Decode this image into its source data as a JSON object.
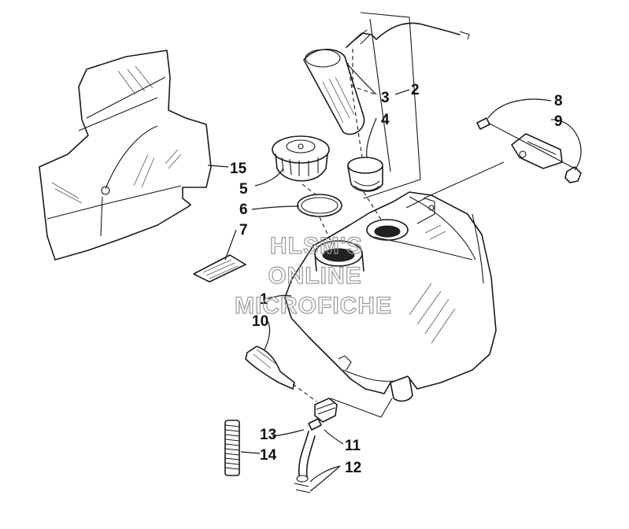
{
  "callouts": {
    "c1": "1",
    "c2": "2",
    "c3": "3",
    "c4": "4",
    "c5": "5",
    "c6": "6",
    "c7": "7",
    "c8": "8",
    "c9": "9",
    "c10": "10",
    "c11": "11",
    "c12": "12",
    "c13": "13",
    "c14": "14",
    "c15": "15"
  },
  "watermark": {
    "line1": "HLSM'S",
    "line2": "ONLINE",
    "line3": "MICROFICHE"
  }
}
